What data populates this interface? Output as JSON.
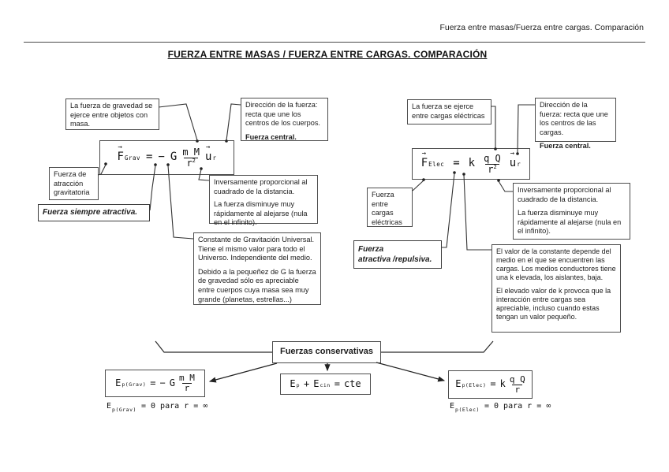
{
  "header": {
    "running_title": "Fuerza entre masas/Fuerza entre cargas. Comparación",
    "title": "FUERZA ENTRE MASAS / FUERZA ENTRE CARGAS. COMPARACIÓN"
  },
  "grav": {
    "origin": "La fuerza de gravedad se ejerce entre objetos con masa.",
    "direction_p1": "Dirección de la fuerza: recta que une los centros de los cuerpos.",
    "direction_p2": "Fuerza central.",
    "nature": "Fuerza de atracción gravitatoria",
    "always": "Fuerza  siempre atractiva.",
    "inverse_p1": "Inversamente proporcional al cuadrado de la distancia.",
    "inverse_p2": "La fuerza disminuye muy rápidamente al alejarse (nula en el infinito).",
    "constant_p1": "Constante de Gravitación Universal. Tiene el mismo valor para todo el Universo. Independiente del medio.",
    "constant_p2": "Debido a la pequeñez de G  la fuerza de gravedad sólo es apreciable entre cuerpos cuya masa sea muy grande (planetas, estrellas...)",
    "formula": {
      "vec_arrow": "→",
      "F": "F",
      "F_sub": "Grav",
      "eq": "=",
      "sign": "−",
      "constant": "G",
      "num": "m M",
      "den": "r",
      "den_sup": "2",
      "u": "u",
      "u_sub": "r"
    }
  },
  "elec": {
    "origin": "La  fuerza se ejerce entre cargas eléctricas",
    "direction_p1": "Dirección de la fuerza: recta que une los centros de las cargas.",
    "direction_p2": "Fuerza central.",
    "nature": "Fuerza entre cargas eléctricas",
    "always": "Fuerza\natractiva /repulsiva.",
    "inverse_p1": "Inversamente proporcional al cuadrado de la distancia.",
    "inverse_p2": "La fuerza disminuye muy rápidamente al alejarse (nula en el infinito).",
    "constant_p1": "El valor de la constante depende del medio en el que se encuentren las cargas. Los medios conductores tiene una k elevada, los aislantes, baja.",
    "constant_p2": "El elevado valor de k provoca que la interacción entre cargas sea apreciable, incluso cuando estas tengan un valor pequeño.",
    "formula": {
      "vec_arrow": "→",
      "F": "F",
      "F_sub": "Elec",
      "eq": "=",
      "constant": "k",
      "num": "q Q",
      "den": "r",
      "den_sup": "2",
      "u": "u",
      "u_sub": "r"
    }
  },
  "bottom": {
    "conservative": "Fuerzas conservativas",
    "ep_grav": {
      "E": "E",
      "sub": "p(Grav)",
      "eq": "=",
      "sign": "−",
      "constant": "G",
      "num": "m M",
      "den": "r"
    },
    "ep_sum": {
      "E1": "E",
      "sub1": "p",
      "plus": "+",
      "E2": "E",
      "sub2": "cin",
      "eq": "=",
      "cte": "cte"
    },
    "ep_elec": {
      "E": "E",
      "sub": "p(Elec)",
      "eq": "=",
      "constant": "k",
      "num": "q Q",
      "den": "r"
    },
    "ep_grav_zero": {
      "E": "E",
      "sub": "p(Grav)",
      "rest": "= 0  para r = ∞"
    },
    "ep_elec_zero": {
      "E": "E",
      "sub": "p(Elec)",
      "rest": "= 0  para r = ∞"
    }
  }
}
